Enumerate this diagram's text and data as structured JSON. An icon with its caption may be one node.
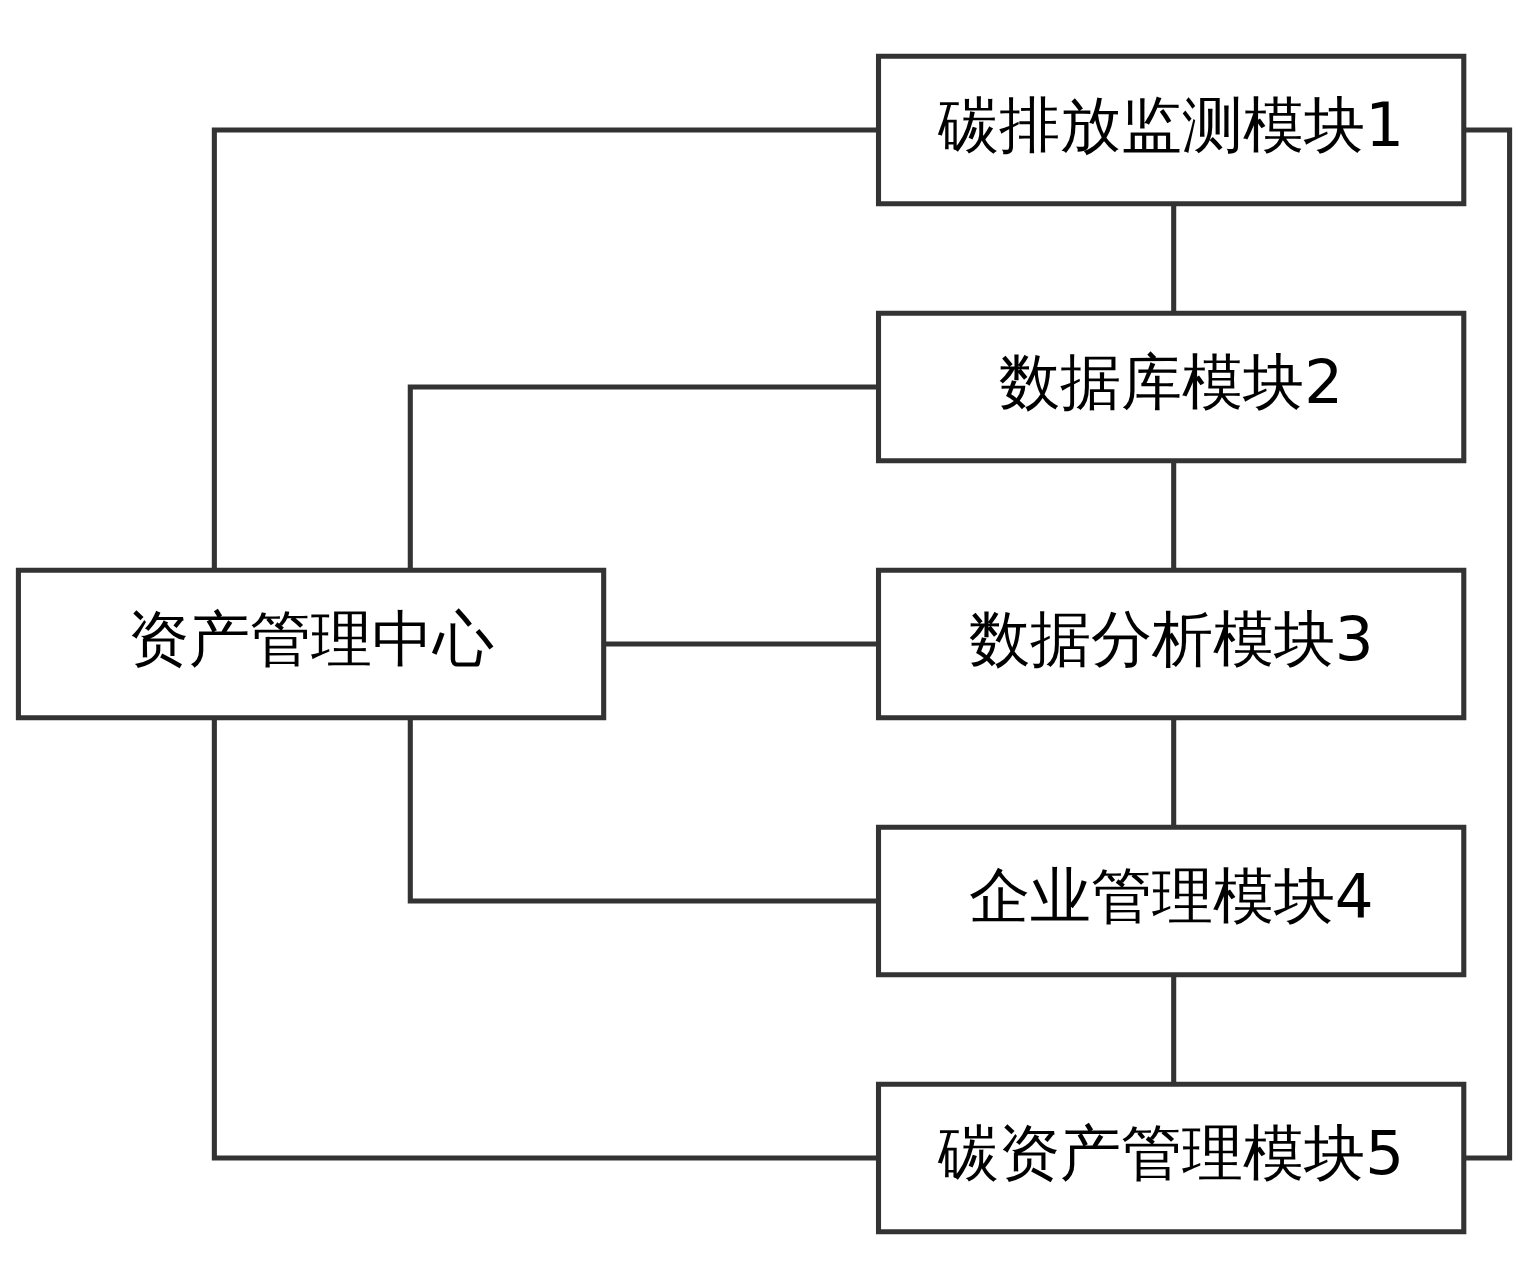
{
  "diagram": {
    "nodes": [
      {
        "text": [
          "资产管理中心"
        ]
      },
      {
        "text": [
          "碳排放监测模块1"
        ]
      },
      {
        "text": [
          "数据库模块2"
        ]
      },
      {
        "text": [
          "数据分析模块3"
        ]
      },
      {
        "text": [
          "企业管理模块4"
        ]
      },
      {
        "text": [
          "碳资产管理模块5"
        ]
      }
    ],
    "edges": [
      {
        "from": 0,
        "to": 1,
        "arrow": "none"
      },
      {
        "from": 0,
        "to": 2,
        "arrow": "none"
      },
      {
        "from": 0,
        "to": 3,
        "arrow": "none"
      },
      {
        "from": 0,
        "to": 4,
        "arrow": "none"
      },
      {
        "from": 0,
        "to": 5,
        "arrow": "none"
      },
      {
        "from": 1,
        "to": 2,
        "arrow": "none"
      },
      {
        "from": 2,
        "to": 3,
        "arrow": "none"
      },
      {
        "from": 3,
        "to": 4,
        "arrow": "none"
      },
      {
        "from": 4,
        "to": 5,
        "arrow": "none"
      },
      {
        "from": 1,
        "to": 5,
        "arrow": "none"
      }
    ]
  }
}
